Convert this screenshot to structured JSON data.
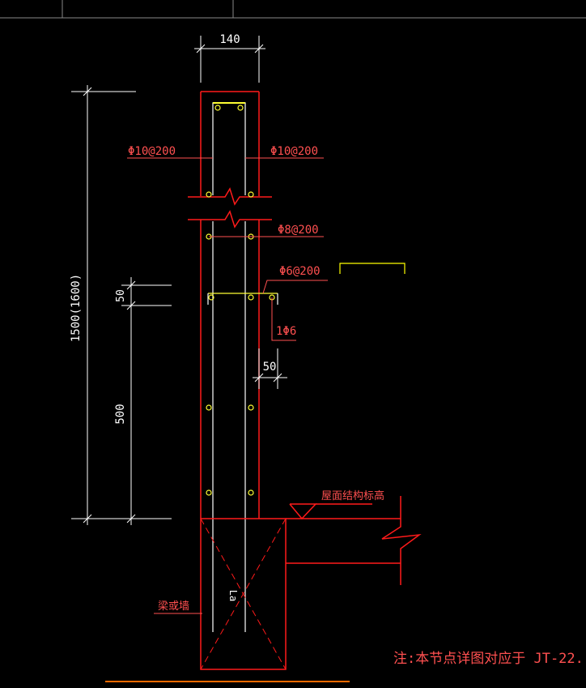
{
  "colors": {
    "background": "#000000",
    "outline": "#ff1a1a",
    "rebar": "#ffffff",
    "rebar_dot": "#ffff33",
    "dimension": "#ffffff",
    "label": "#ff5050",
    "accent_yellow": "#ffff00",
    "accent_orange": "#ff6a00",
    "header_border": "#888888"
  },
  "dimensions": {
    "top_width": "140",
    "total_height": "1500(1600)",
    "upper_gap": "50",
    "lower_height": "500",
    "bar_offset": "50"
  },
  "labels": {
    "rebar_left": "Φ10@200",
    "rebar_right": "Φ10@200",
    "stirrup": "Φ8@200",
    "tie": "Φ6@200",
    "single_bar": "1Φ6",
    "roof_elevation": "屋面结构标高",
    "beam_or_wall": "梁或墙",
    "anchorage": "La",
    "note": "注:本节点详图对应于 JT-22."
  }
}
